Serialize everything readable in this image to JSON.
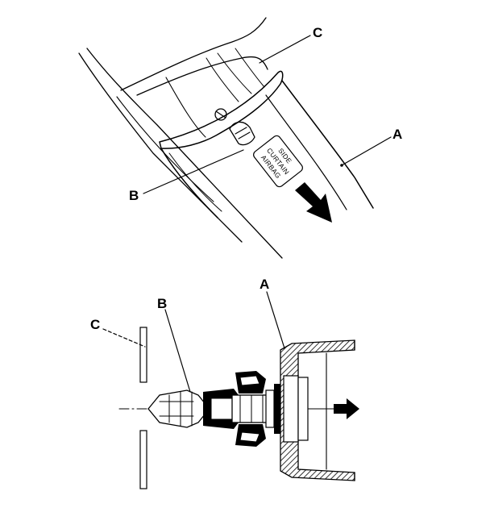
{
  "top_view": {
    "callouts": {
      "a": "A",
      "b": "B",
      "c": "C"
    },
    "badge_lines": [
      "SIDE",
      "CURTAIN",
      "AIRBAG"
    ]
  },
  "bottom_view": {
    "callouts": {
      "a": "A",
      "b": "B",
      "c": "C"
    }
  },
  "colors": {
    "ink": "#000000",
    "paper": "#ffffff"
  }
}
